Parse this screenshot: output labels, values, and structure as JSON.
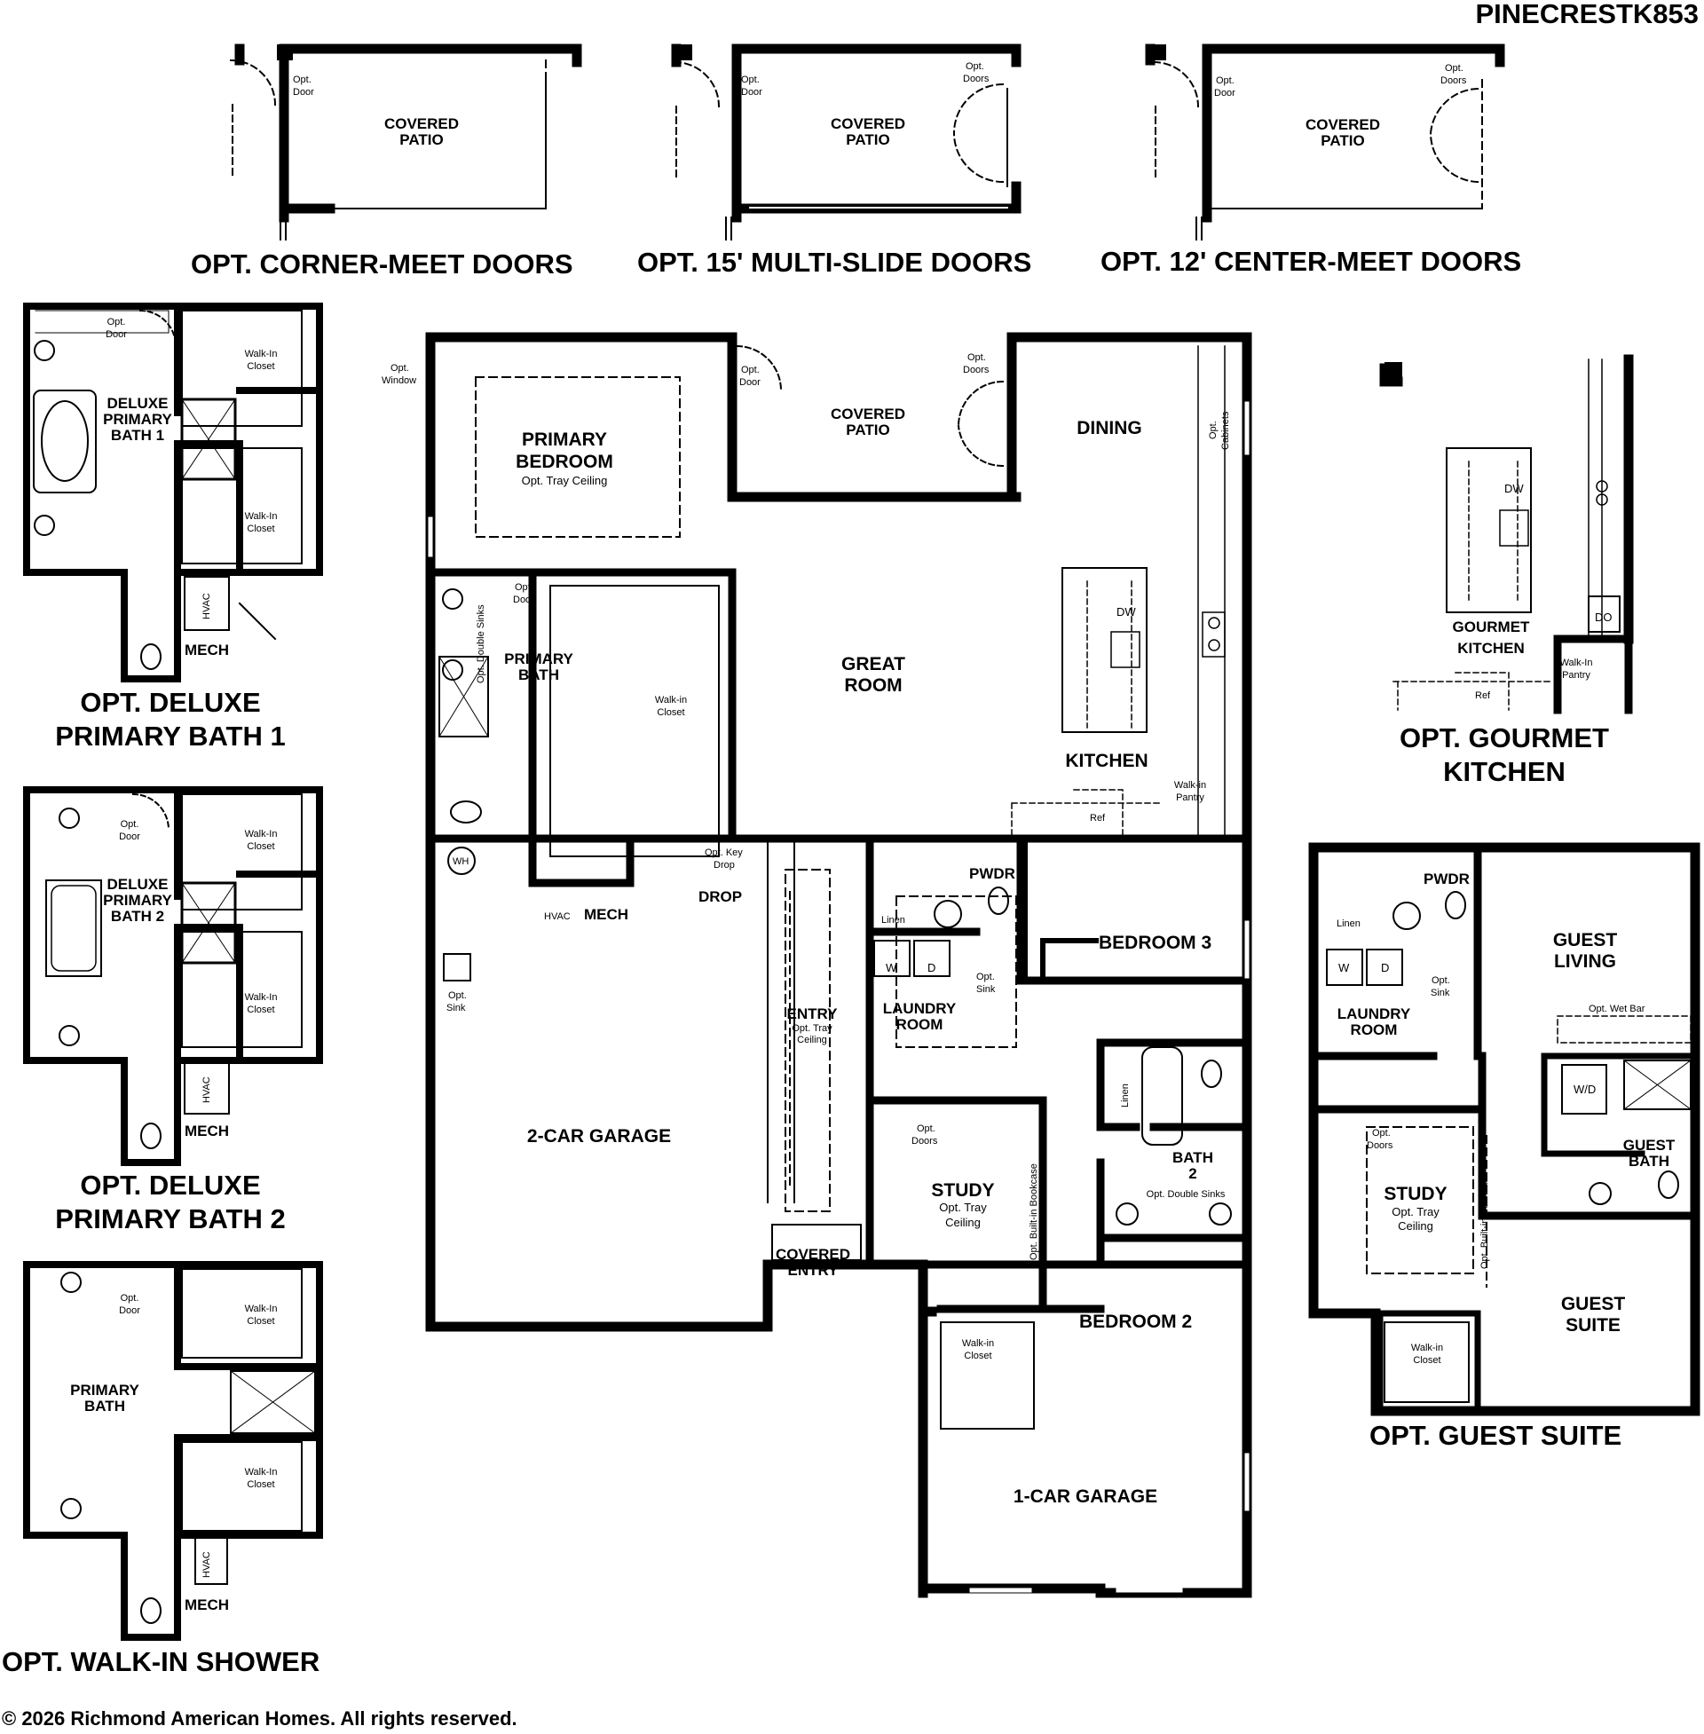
{
  "header": {
    "plan_code": "PINECRESTK853"
  },
  "footer": {
    "copyright": "© 2026 Richmond American Homes. All rights reserved."
  },
  "options": {
    "corner_meet": {
      "caption": "OPT. CORNER-MEET DOORS",
      "patio": [
        "COVERED",
        "PATIO"
      ],
      "door": [
        "Opt.",
        "Door"
      ]
    },
    "multi_slide": {
      "caption": "OPT. 15' MULTI-SLIDE DOORS",
      "patio": [
        "COVERED",
        "PATIO"
      ],
      "door": [
        "Opt.",
        "Door"
      ],
      "doors": [
        "Opt.",
        "Doors"
      ]
    },
    "center_meet": {
      "caption": "OPT. 12' CENTER-MEET DOORS",
      "patio": [
        "COVERED",
        "PATIO"
      ],
      "door": [
        "Opt.",
        "Door"
      ],
      "doors": [
        "Opt.",
        "Doors"
      ]
    },
    "deluxe_bath_1": {
      "caption": [
        "OPT. DELUXE",
        "PRIMARY BATH 1"
      ],
      "bath": [
        "DELUXE",
        "PRIMARY",
        "BATH 1"
      ],
      "door": [
        "Opt.",
        "Door"
      ],
      "closet": [
        "Walk-In",
        "Closet"
      ],
      "hvac": "HVAC",
      "mech": "MECH"
    },
    "deluxe_bath_2": {
      "caption": [
        "OPT. DELUXE",
        "PRIMARY BATH 2"
      ],
      "bath": [
        "DELUXE",
        "PRIMARY",
        "BATH 2"
      ],
      "door": [
        "Opt.",
        "Door"
      ],
      "closet": [
        "Walk-In",
        "Closet"
      ],
      "hvac": "HVAC",
      "mech": "MECH"
    },
    "walk_in_shower": {
      "caption": "OPT. WALK-IN SHOWER",
      "bath": [
        "PRIMARY",
        "BATH"
      ],
      "door": [
        "Opt.",
        "Door"
      ],
      "closet": [
        "Walk-In",
        "Closet"
      ],
      "hvac": "HVAC",
      "mech": "MECH"
    },
    "gourmet_kitchen": {
      "caption": [
        "OPT. GOURMET",
        "KITCHEN"
      ],
      "room": [
        "GOURMET",
        "KITCHEN"
      ],
      "dw": "DW",
      "do": "DO",
      "pantry": [
        "Walk-In",
        "Pantry"
      ],
      "ref": "Ref"
    },
    "guest_suite": {
      "caption": "OPT. GUEST SUITE",
      "pwdr": "PWDR",
      "linen": "Linen",
      "w": "W",
      "d": "D",
      "sink": [
        "Opt.",
        "Sink"
      ],
      "laundry": [
        "LAUNDRY",
        "ROOM"
      ],
      "living": [
        "GUEST",
        "LIVING"
      ],
      "wet_bar": "Opt. Wet Bar",
      "wd": "W/D",
      "bath": [
        "GUEST",
        "BATH"
      ],
      "study": "STUDY",
      "tray": [
        "Opt. Tray",
        "Ceiling"
      ],
      "doors": [
        "Opt.",
        "Doors"
      ],
      "bookcase": "Opt. Built-in Bookcase",
      "suite": [
        "GUEST",
        "SUITE"
      ],
      "closet": [
        "Walk-in",
        "Closet"
      ]
    }
  },
  "main": {
    "opt_window": [
      "Opt.",
      "Window"
    ],
    "primary_bedroom": [
      "PRIMARY",
      "BEDROOM"
    ],
    "tray_ceiling": "Opt. Tray Ceiling",
    "patio": [
      "COVERED",
      "PATIO"
    ],
    "patio_door": [
      "Opt.",
      "Door"
    ],
    "patio_doors": [
      "Opt.",
      "Doors"
    ],
    "dining": "DINING",
    "cabinets": [
      "Opt.",
      "Cabinets"
    ],
    "great_room": [
      "GREAT",
      "ROOM"
    ],
    "kitchen": "KITCHEN",
    "dw": "DW",
    "ref": "Ref",
    "pantry": [
      "Walk-in",
      "Pantry"
    ],
    "primary_bath": [
      "PRIMARY",
      "BATH"
    ],
    "bath_door": [
      "Opt.",
      "Door"
    ],
    "double_sinks": "Opt. Double Sinks",
    "closet": [
      "Walk-in",
      "Closet"
    ],
    "wh": "WH",
    "garage2": "2-CAR GARAGE",
    "garage_sink": [
      "Opt.",
      "Sink"
    ],
    "hvac": "HVAC",
    "mech": "MECH",
    "key_drop": [
      "Opt. Key",
      "Drop"
    ],
    "drop": "DROP",
    "entry": "ENTRY",
    "entry_tray": [
      "Opt. Tray",
      "Ceiling"
    ],
    "covered_entry": [
      "COVERED",
      "ENTRY"
    ],
    "pwdr": "PWDR",
    "linen": "Linen",
    "w": "W",
    "d": "D",
    "sink": [
      "Opt.",
      "Sink"
    ],
    "laundry": [
      "LAUNDRY",
      "ROOM"
    ],
    "bedroom3": "BEDROOM 3",
    "bath2_linen": "Linen",
    "bath2": [
      "BATH",
      "2"
    ],
    "bath2_sinks": "Opt. Double Sinks",
    "study": "STUDY",
    "study_tray": [
      "Opt. Tray",
      "Ceiling"
    ],
    "study_doors": [
      "Opt.",
      "Doors"
    ],
    "bookcase": "Opt. Built-in Bookcase",
    "bedroom2": "BEDROOM 2",
    "bed2_closet": [
      "Walk-in",
      "Closet"
    ],
    "garage1": "1-CAR GARAGE"
  }
}
